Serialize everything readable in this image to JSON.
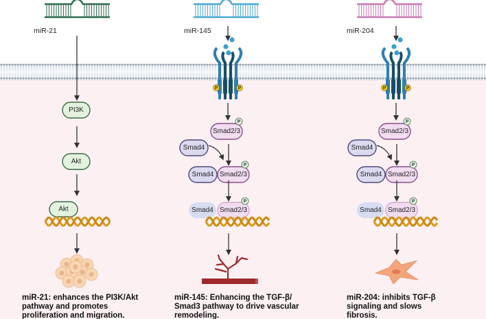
{
  "colors": {
    "mir21": "#2e6b4f",
    "mir145": "#4aa8d0",
    "mir204": "#c77bb5",
    "cytoplasm": "#fcf0f2",
    "dna": "#d99a1c",
    "receptor_dark": "#174f66",
    "receptor_light": "#2f7fb0"
  },
  "columns": [
    {
      "mirna": "miR-21",
      "nodes": [
        "PI3K",
        "Akt",
        "Akt"
      ],
      "caption": [
        "miR-21: enhances the PI3K/Akt",
        "pathway and promotes",
        "proliferation and migration."
      ],
      "outcome_icon": "cell-cluster-icon"
    },
    {
      "mirna": "miR-145",
      "smad23": "Smad2/3",
      "smad4": "Smad4",
      "phospho": "P",
      "caption": [
        "miR-145: Enhancing the TGF-β/",
        "Smad3 pathway to drive vascular",
        "remodeling."
      ],
      "outcome_icon": "blood-vessel-icon"
    },
    {
      "mirna": "miR-204",
      "smad23": "Smad2/3",
      "smad4": "Smad4",
      "phospho": "P",
      "caption": [
        "miR-204: inhibits TGF-β",
        "signaling and slows",
        "fibrosis."
      ],
      "outcome_icon": "fibroblast-icon"
    }
  ]
}
